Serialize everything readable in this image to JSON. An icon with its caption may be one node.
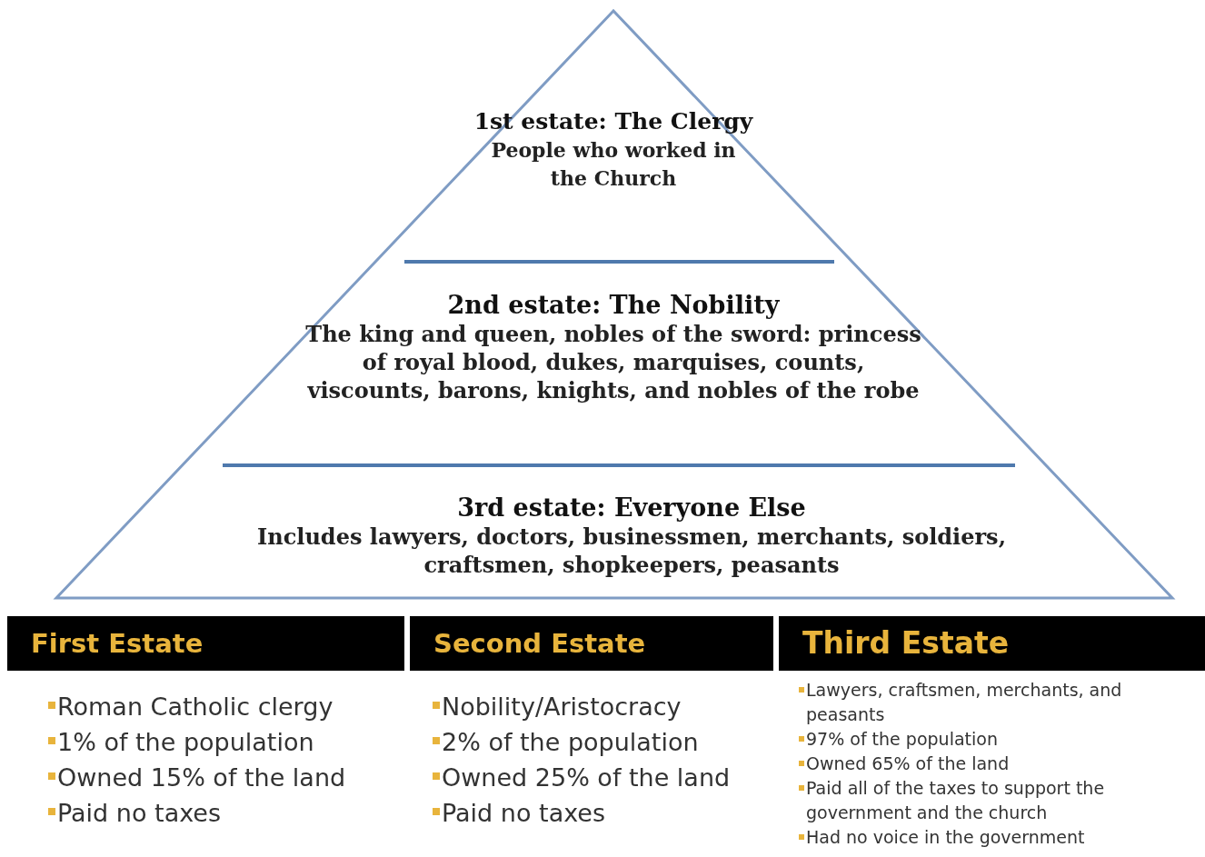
{
  "diagram": {
    "nodes": [
      {
        "text": [
          "1st estate: The Clergy",
          "People who worked in the Church"
        ]
      },
      {
        "text": [
          "2nd estate: The Nobility",
          "The king and queen, nobles of the sword: princess of royal blood, dukes, marquises, counts, viscounts, barons, knights, and nobles of the robe"
        ]
      },
      {
        "text": [
          "3rd estate: Everyone Else",
          "Includes lawyers, doctors, businessmen, merchants, soldiers, craftsmen, shopkeepers, peasants"
        ]
      },
      {
        "text": [
          "First Estate",
          "Roman Catholic clergy",
          "1% of the population",
          "Owned 15% of the land",
          "Paid no taxes"
        ]
      },
      {
        "text": [
          "Second Estate",
          "Nobility/Aristocracy",
          "2% of the population",
          "Owned 25% of the land",
          "Paid no taxes"
        ]
      },
      {
        "text": [
          "Third Estate",
          "Lawyers, craftsmen, merchants, and peasants",
          "97% of the population",
          "Owned 65% of the land",
          "Paid all of the taxes to support the government and the church",
          "Had no voice in the government"
        ]
      }
    ],
    "edges": []
  }
}
